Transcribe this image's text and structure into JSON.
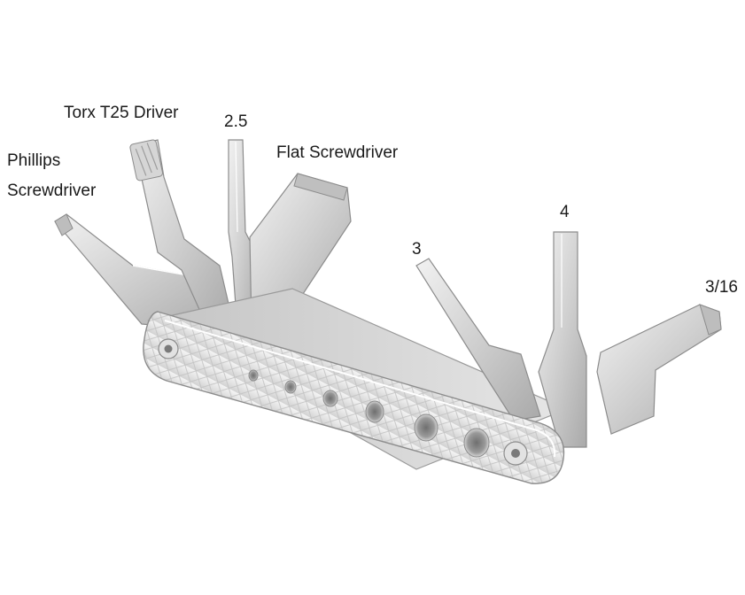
{
  "labels": {
    "phillips_line1": "Phillips",
    "phillips_line2": "Screwdriver",
    "torx": "Torx T25 Driver",
    "hex_2_5": "2.5",
    "flat": "Flat Screwdriver",
    "hex_3": "3",
    "hex_4": "4",
    "hex_3_16": "3/16"
  },
  "colors": {
    "metal_light": "#e4e4e4",
    "metal_mid": "#c9c9c9",
    "metal_dark": "#9a9a9a",
    "outline": "#8c8c8c",
    "text": "#1a1a1a"
  }
}
